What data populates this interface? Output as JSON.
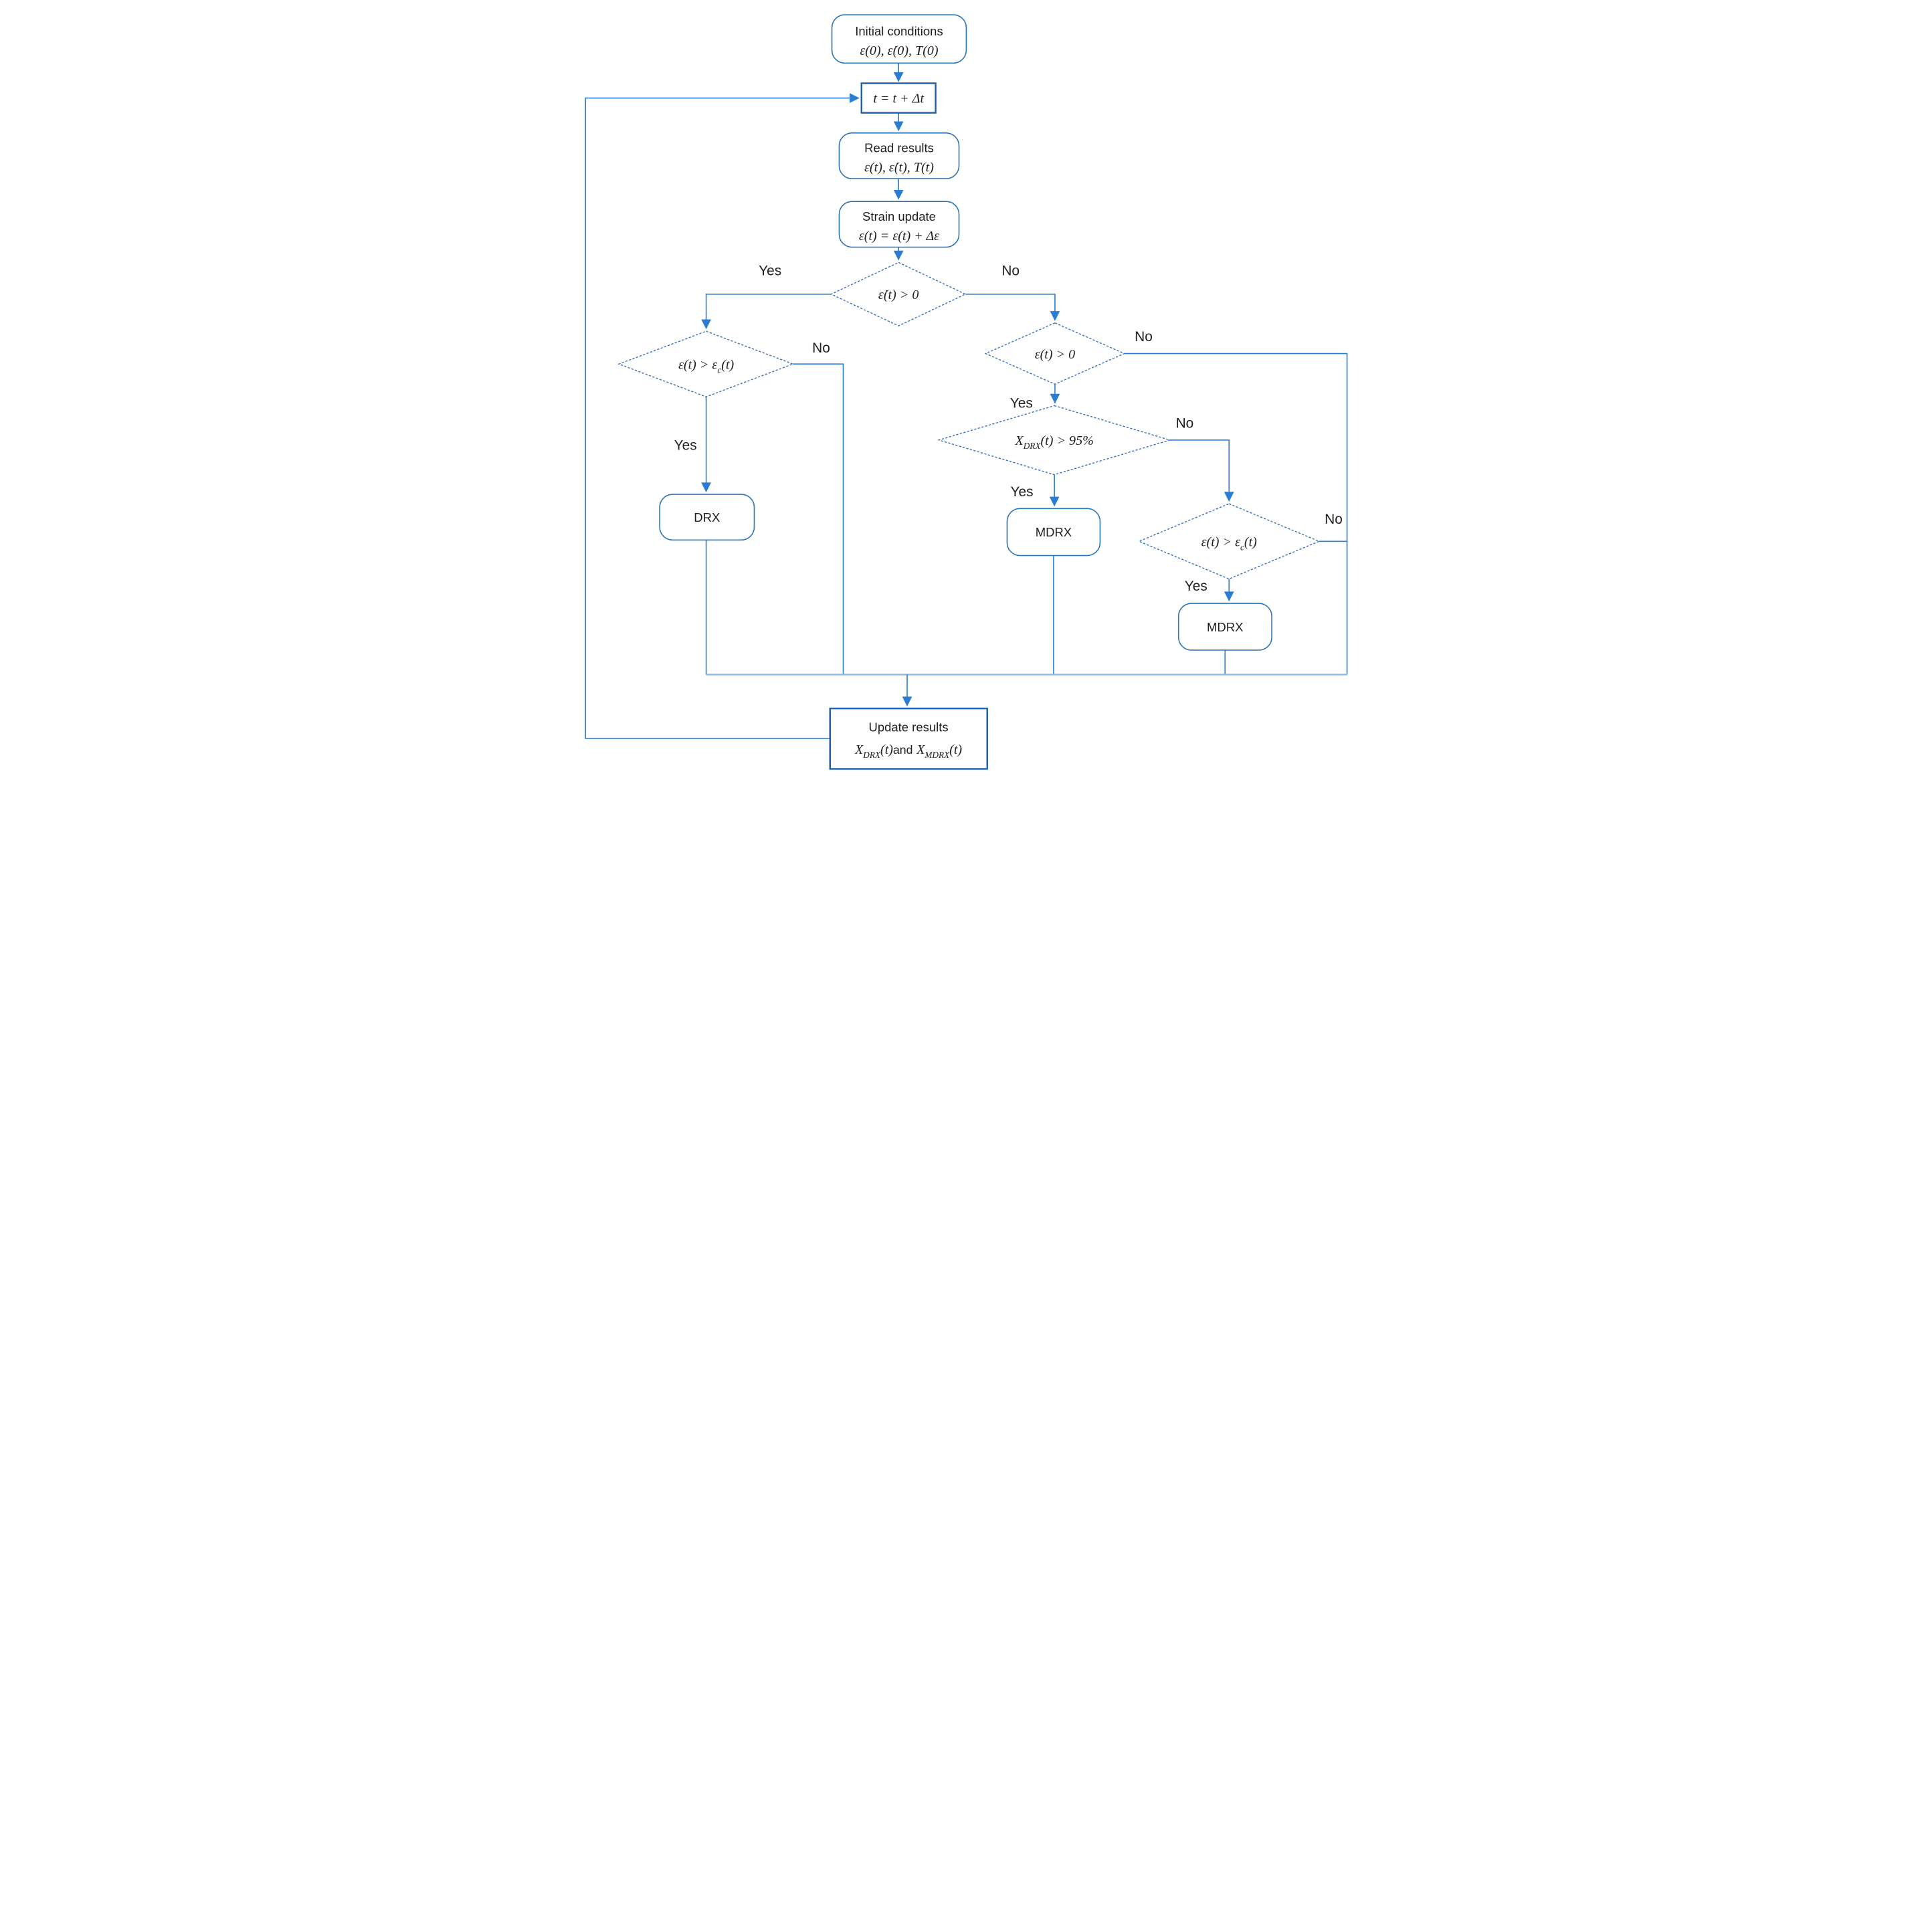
{
  "colors": {
    "connector": "#2b7cd3",
    "connector_light": "#8fb9e8",
    "box_border": "#2e75b6",
    "box_border_dark": "#1f5fa8",
    "diamond_border": "#3a6fba",
    "text": "#1f1f1f"
  },
  "nodes": {
    "initial": {
      "title": "Initial conditions",
      "math": "ε(0), ε̇(0), T(0)"
    },
    "time_step": {
      "math": "t = t + Δt"
    },
    "read_results": {
      "title": "Read results",
      "math": "ε(t), ε̇(t), T(t)"
    },
    "strain_update": {
      "title": "Strain update",
      "math": "ε(t) = ε(t) + Δε"
    },
    "decision_strain_rate": {
      "math": "ε̇(t) > 0"
    },
    "decision_strain_positive": {
      "math": "ε(t) > 0"
    },
    "decision_strain_critical_left": {
      "pre": "ε(t) > ε",
      "sub": "c",
      "post": "(t)"
    },
    "decision_xdrx": {
      "pre": "X",
      "sub": "DRX",
      "post": "(t) > 95%"
    },
    "decision_strain_critical_right": {
      "pre": "ε(t) > ε",
      "sub": "c",
      "post": "(t)"
    },
    "drx": {
      "label": "DRX"
    },
    "mdrx_center": {
      "label": "MDRX"
    },
    "mdrx_right": {
      "label": "MDRX"
    },
    "update_results": {
      "title": "Update results",
      "x1": "X",
      "x1_sub": "DRX",
      "x1_post": "(t)",
      "conj": "and",
      "x2": "X",
      "x2_sub": "MDRX",
      "x2_post": "(t)"
    }
  },
  "edge_labels": {
    "strain_rate_yes": "Yes",
    "strain_rate_no": "No",
    "strain_critical_left_yes": "Yes",
    "strain_critical_left_no": "No",
    "strain_positive_yes": "Yes",
    "strain_positive_no": "No",
    "xdrx_yes": "Yes",
    "xdrx_no": "No",
    "strain_critical_right_yes": "Yes",
    "strain_critical_right_no": "No"
  }
}
